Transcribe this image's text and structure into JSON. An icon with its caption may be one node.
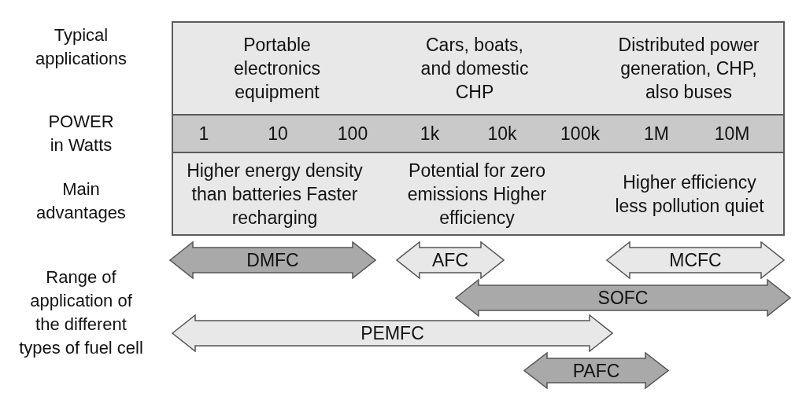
{
  "diagram": {
    "nodes": [
      {
        "text": [
          "Portable electronics equipment",
          "Cars, boats, and domestic CHP",
          "Distributed power generation, CHP, also buses"
        ]
      },
      {
        "text": [
          "1",
          "10",
          "100",
          "1k",
          "10k",
          "100k",
          "1M",
          "10M"
        ]
      },
      {
        "text": [
          "Higher energy density than batteries Faster recharging",
          "Potential for zero emissions Higher efficiency",
          "Higher efficiency less pollution quiet"
        ]
      },
      {
        "text": [
          "DMFC"
        ]
      },
      {
        "text": [
          "AFC"
        ]
      },
      {
        "text": [
          "MCFC"
        ]
      },
      {
        "text": [
          "SOFC"
        ]
      },
      {
        "text": [
          "PEMFC"
        ]
      },
      {
        "text": [
          "PAFC"
        ]
      }
    ],
    "labels": [
      "Typical applications",
      "POWER in Watts",
      "Main advantages",
      "Range of application of the different types of fuel cell"
    ]
  }
}
